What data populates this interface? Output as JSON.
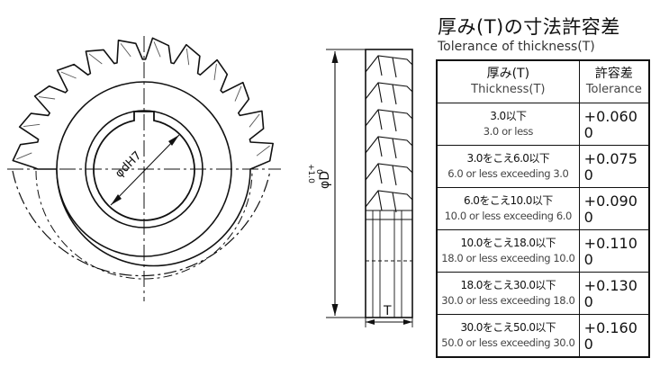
{
  "title_jp": "厚み(T)の寸法許容差",
  "title_en": "Tolerance of thickness(T)",
  "drawing_labels": {
    "bore": "φdH7",
    "diameter": "φD",
    "dia_tol_plus": "+1.0",
    "dia_tol_zero": "0",
    "thickness": "T"
  },
  "table": {
    "header": {
      "thickness_jp": "厚み(T)",
      "thickness_en": "Thickness(T)",
      "tolerance_jp": "許容差",
      "tolerance_en": "Tolerance"
    },
    "rows": [
      {
        "jp": "3.0以下",
        "en": "3.0 or less",
        "upper": "+0.060",
        "lower": "0"
      },
      {
        "jp": "3.0をこえ6.0以下",
        "en": "6.0 or less exceeding 3.0",
        "upper": "+0.075",
        "lower": "0"
      },
      {
        "jp": "6.0をこえ10.0以下",
        "en": "10.0 or less exceeding 6.0",
        "upper": "+0.090",
        "lower": "0"
      },
      {
        "jp": "10.0をこえ18.0以下",
        "en": "18.0 or less exceeding 10.0",
        "upper": "+0.110",
        "lower": "0"
      },
      {
        "jp": "18.0をこえ30.0以下",
        "en": "30.0 or less exceeding 18.0",
        "upper": "+0.130",
        "lower": "0"
      },
      {
        "jp": "30.0をこえ50.0以下",
        "en": "50.0 or less exceeding 30.0",
        "upper": "+0.160",
        "lower": "0"
      }
    ]
  }
}
